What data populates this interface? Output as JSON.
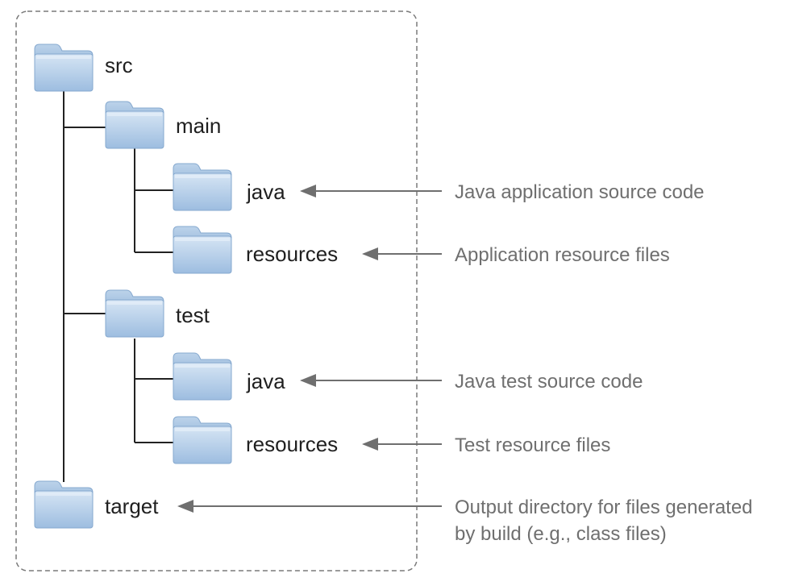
{
  "tree": {
    "src": {
      "label": "src",
      "icon": "folder-icon"
    },
    "main": {
      "label": "main",
      "icon": "folder-icon"
    },
    "main_java": {
      "label": "java",
      "icon": "folder-icon"
    },
    "main_resources": {
      "label": "resources",
      "icon": "folder-icon"
    },
    "test": {
      "label": "test",
      "icon": "folder-icon"
    },
    "test_java": {
      "label": "java",
      "icon": "folder-icon"
    },
    "test_resources": {
      "label": "resources",
      "icon": "folder-icon"
    },
    "target": {
      "label": "target",
      "icon": "folder-icon"
    }
  },
  "annotations": {
    "main_java": "Java application source code",
    "main_resources": "Application resource files",
    "test_java": "Java test source code",
    "test_resources": "Test resource files",
    "target_line1": "Output directory for files generated",
    "target_line2": "by build (e.g., class files)"
  },
  "colors": {
    "folder_light": "#c9dcef",
    "folder_dark": "#8fb2d6",
    "line": "#222222",
    "arrow": "#6f6f6f",
    "note_text": "#6f6f6f",
    "label_text": "#1f1f1f"
  }
}
